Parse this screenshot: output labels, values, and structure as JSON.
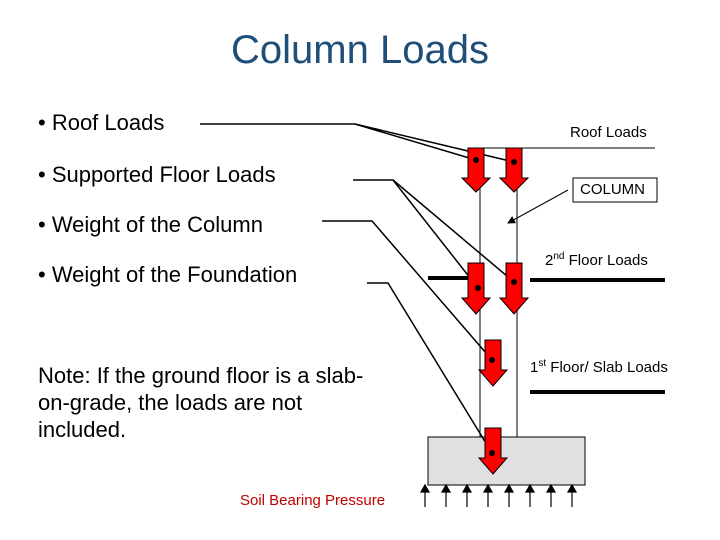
{
  "title": "Column Loads",
  "bullets": [
    "• Roof Loads",
    "• Supported Floor Loads",
    "• Weight of the Column",
    "• Weight of the Foundation"
  ],
  "note": "Note: If the ground floor is a slab-on-grade, the loads are not included.",
  "labels": {
    "roof_loads": "Roof Loads",
    "column": "COLUMN",
    "second_floor_num": "2",
    "second_floor_sup": "nd",
    "second_floor_rest": " Floor Loads",
    "first_floor_num": "1",
    "first_floor_sup": "st",
    "first_floor_rest": " Floor/ Slab Loads",
    "soil_bearing": "Soil Bearing Pressure"
  },
  "colors": {
    "title": "#1f4e79",
    "arrow": "#ff0000",
    "soil_text": "#c00000",
    "footing": "#e0e0e0"
  }
}
